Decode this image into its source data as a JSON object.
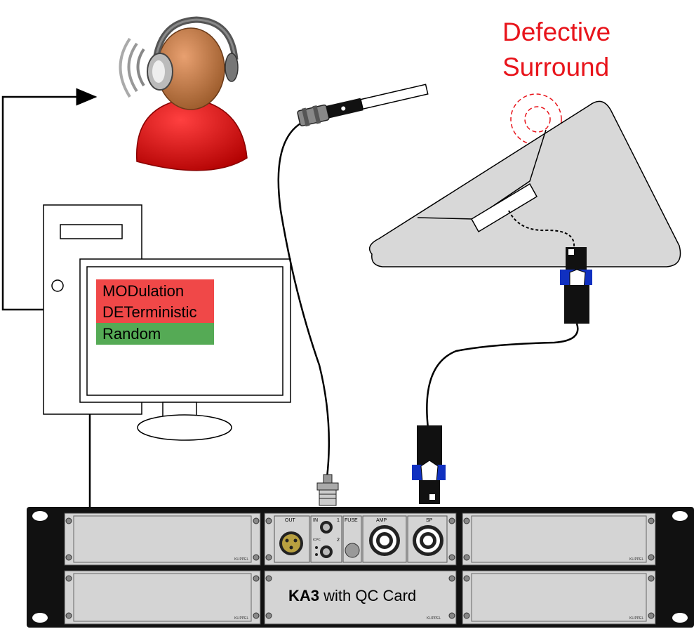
{
  "annotation": {
    "line1": "Defective",
    "line2": "Surround",
    "color": "#e8141b"
  },
  "screen": {
    "rows": [
      {
        "label": "MODulation",
        "color": "#f04848"
      },
      {
        "label": "DETerministic",
        "color": "#f04848"
      },
      {
        "label": "Random",
        "color": "#55aa55"
      }
    ]
  },
  "rack": {
    "title_bold": "KA3",
    "title_rest": " with QC Card",
    "brand": "KLIPPEL",
    "connectors": {
      "out": "OUT",
      "in": "IN",
      "ch1": "1",
      "ch2": "2",
      "fuse": "FUSE",
      "amp": "AMP",
      "sp": "SP",
      "icpc": "ICPC"
    }
  },
  "icons": {
    "listener": "headphones-person-icon",
    "computer": "pc-tower-icon",
    "monitor": "monitor-icon",
    "microphone": "measurement-microphone-icon",
    "speaker": "loudspeaker-cross-section-icon"
  }
}
